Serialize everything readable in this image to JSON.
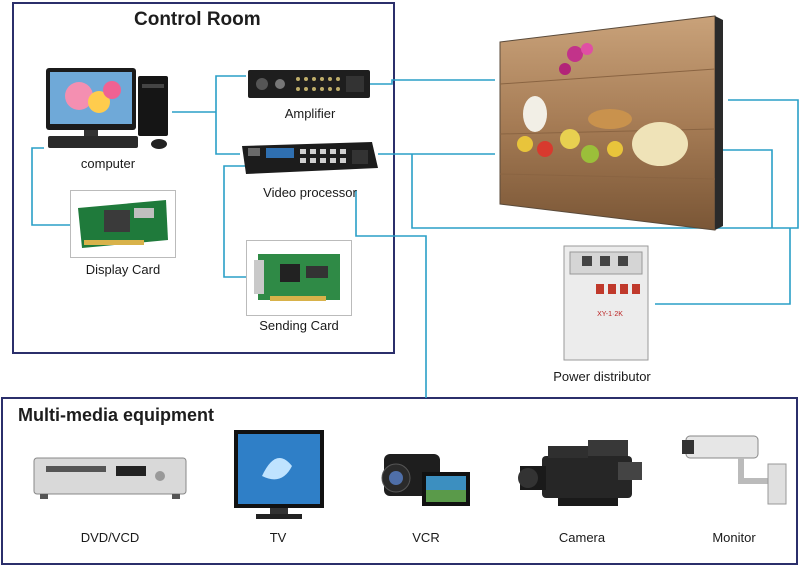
{
  "control_room": {
    "title": "Control Room",
    "devices": {
      "computer": "computer",
      "display_card": "Display Card",
      "amplifier": "Amplifier",
      "video_processor": "Video processor",
      "sending_card": "Sending Card"
    }
  },
  "power_distributor": {
    "label": "Power distributor",
    "panel_text": "XY-1·2K"
  },
  "multimedia": {
    "title": "Multi-media equipment",
    "devices": [
      "DVD/VCD",
      "TV",
      "VCR",
      "Camera",
      "Monitor"
    ]
  },
  "colors": {
    "wire": "#2a9fc7",
    "frame": "#2b2f6b"
  }
}
